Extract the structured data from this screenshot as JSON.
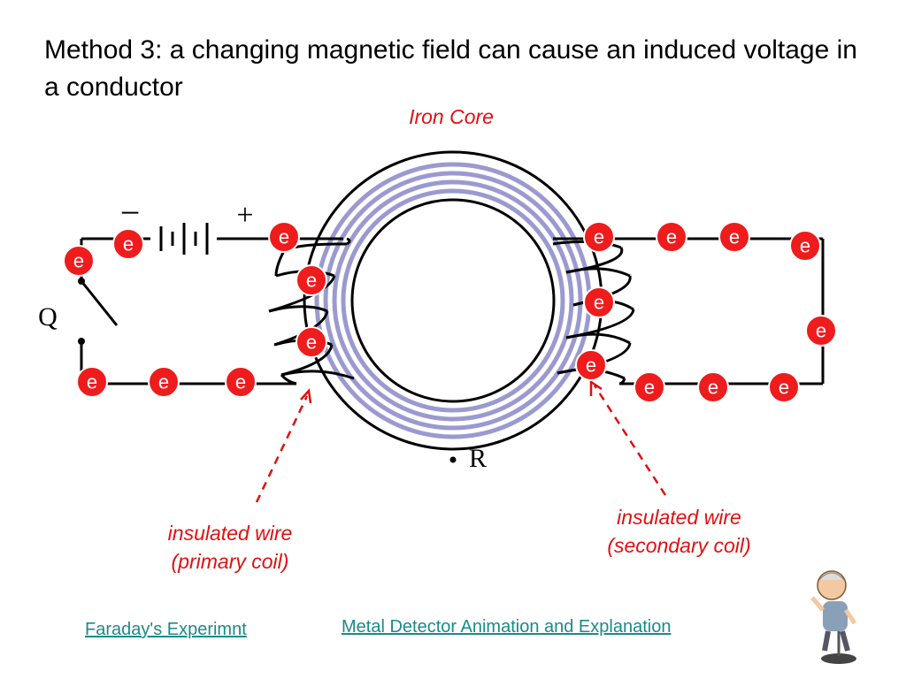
{
  "title": "Method 3: a changing magnetic field can cause an induced voltage in a conductor",
  "labels": {
    "iron_core": "Iron Core",
    "primary_line1": "insulated wire",
    "primary_line2": "(primary coil)",
    "secondary_line1": "insulated wire",
    "secondary_line2": "(secondary coil)",
    "switch": "Q",
    "ring_point": "R",
    "battery_minus": "−",
    "battery_plus": "+",
    "electron": "e"
  },
  "links": {
    "faraday": "Faraday's Experimnt",
    "metal_detector": "Metal Detector Animation and Explanation"
  },
  "colors": {
    "accent_red": "#ee1c1c",
    "core_blue": "#9a9ad0",
    "link_teal": "#1a8a8a"
  },
  "icons": {
    "presenter": "cartoon-presenter-icon"
  }
}
